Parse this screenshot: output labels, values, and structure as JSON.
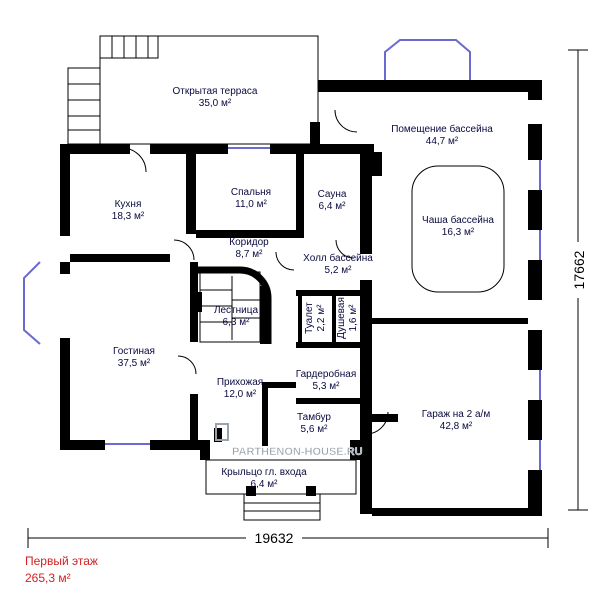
{
  "rooms": {
    "terrace": {
      "name": "Открытая терраса",
      "area": "35,0 м²"
    },
    "pool_room": {
      "name": "Помещение бассейна",
      "area": "44,7 м²"
    },
    "kitchen": {
      "name": "Кухня",
      "area": "18,3 м²"
    },
    "bedroom": {
      "name": "Спальня",
      "area": "11,0 м²"
    },
    "sauna": {
      "name": "Сауна",
      "area": "6,4 м²"
    },
    "pool_bowl": {
      "name": "Чаша бассейна",
      "area": "16,3 м²"
    },
    "corridor": {
      "name": "Коридор",
      "area": "8,7 м²"
    },
    "pool_hall": {
      "name": "Холл бассейна",
      "area": "5,2 м²"
    },
    "stairs": {
      "name": "Лестница",
      "area": "6,3 м²"
    },
    "toilet": {
      "name": "Туалет",
      "area": "2,2 м²"
    },
    "shower": {
      "name": "Душевая",
      "area": "1,6 м²"
    },
    "living": {
      "name": "Гостиная",
      "area": "37,5 м²"
    },
    "wardrobe": {
      "name": "Гардеробная",
      "area": "5,3 м²"
    },
    "hallway": {
      "name": "Прихожая",
      "area": "12,0 м²"
    },
    "vestibule": {
      "name": "Тамбур",
      "area": "5,6 м²"
    },
    "garage": {
      "name": "Гараж на 2 а/м",
      "area": "42,8 м²"
    },
    "porch": {
      "name": "Крыльцо гл. входа",
      "area": "6,4 м²"
    }
  },
  "dimensions": {
    "width": "19632",
    "height": "17662"
  },
  "watermark": "PARTHENON-HOUSE.RU",
  "caption": {
    "floor": "Первый этаж",
    "total_area": "265,3 м²",
    "color": "#d42020"
  }
}
